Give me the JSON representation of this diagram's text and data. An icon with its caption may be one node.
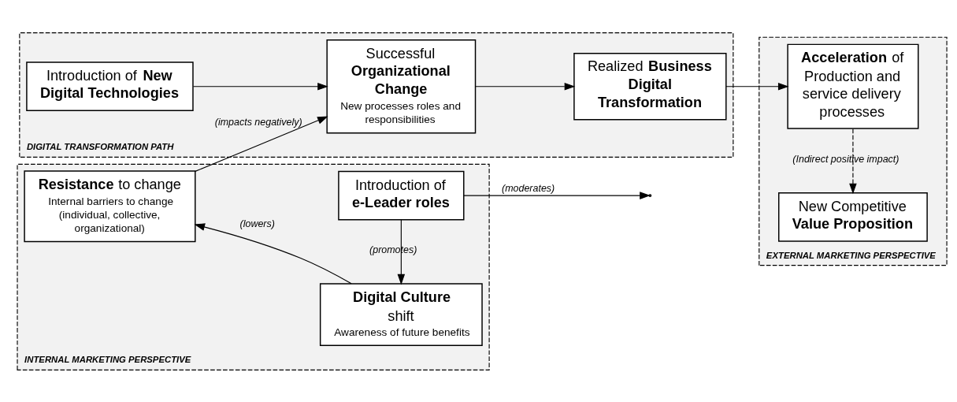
{
  "diagram": {
    "nodes": [
      {
        "text": [
          "DIGITAL TRANSFORMATION PATH"
        ]
      },
      {
        "text": [
          "Introduction of **New Digital Technologies**"
        ],
        "in": 0
      },
      {
        "text": [
          "Successful **Organizational Change**",
          "New processes roles and responsibilities"
        ],
        "in": 0
      },
      {
        "text": [
          "Realized **Business Digital Transformation**"
        ],
        "in": 0
      },
      {
        "text": [
          "EXTERNAL MARKETING PERSPECTIVE"
        ]
      },
      {
        "text": [
          "**Acceleration** of Production and service delivery processes"
        ],
        "in": 4
      },
      {
        "text": [
          "New Competitive **Value Proposition**"
        ],
        "in": 4
      },
      {
        "text": [
          "INTERNAL MARKETING PERSPECTIVE"
        ]
      },
      {
        "text": [
          "Introduction of **e-Leader roles**"
        ],
        "in": 7
      },
      {
        "text": [
          "**Digital Culture** shift",
          "Awareness of future benefits"
        ],
        "in": 7
      },
      {
        "text": [
          "**Resistance** to change",
          "Internal barriers to change (individual, collective, organizational)"
        ],
        "in": 7
      }
    ],
    "edges": [
      {
        "from": 1,
        "to": 2,
        "arrow": "to"
      },
      {
        "from": 2,
        "to": 3,
        "arrow": "to"
      },
      {
        "from": 3,
        "to": 5,
        "arrow": "to"
      },
      {
        "from": 5,
        "to": 6,
        "arrow": "to",
        "style": "dashed",
        "label": "(Indirect positive impact)"
      },
      {
        "from": 10,
        "to": 2,
        "arrow": "to",
        "label": "(impacts negatively)"
      },
      {
        "from": 8,
        "to": null,
        "arrow": "to",
        "label": "(moderates)"
      },
      {
        "from": 8,
        "to": 9,
        "arrow": "to",
        "label": "(promotes)"
      },
      {
        "from": 9,
        "to": 10,
        "arrow": "to",
        "label": "(lowers)"
      }
    ]
  }
}
